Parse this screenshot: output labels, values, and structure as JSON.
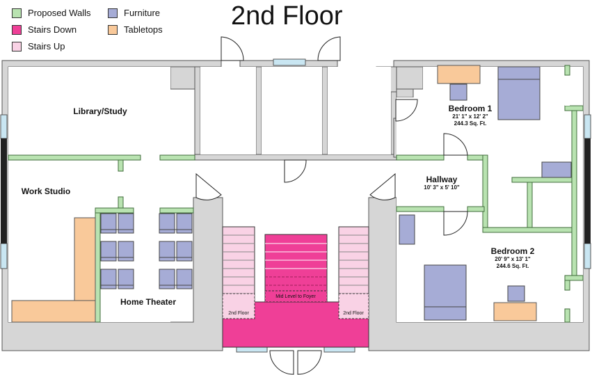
{
  "title": "2nd Floor",
  "legend": [
    {
      "label": "Proposed Walls",
      "color": "#b9e3b1"
    },
    {
      "label": "Furniture",
      "color": "#a6acd6"
    },
    {
      "label": "Stairs Down",
      "color": "#ef3f97"
    },
    {
      "label": "Tabletops",
      "color": "#f9c99a"
    },
    {
      "label": "Stairs Up",
      "color": "#f9d2e5"
    }
  ],
  "colors": {
    "wall": "#d6d6d6",
    "proposed_wall": "#b9e3b1",
    "furniture": "#a6acd6",
    "stairs_down": "#ef3f97",
    "stairs_up": "#f9d2e5",
    "tabletop": "#f9c99a",
    "window": "#c9e6f2"
  },
  "rooms": {
    "library": {
      "name": "Library/Study"
    },
    "work_studio": {
      "name": "Work Studio"
    },
    "home_theater": {
      "name": "Home Theater"
    },
    "bedroom1": {
      "name": "Bedroom 1",
      "dims": "21' 1\" x 12' 2\"",
      "area": "244.3 Sq. Ft."
    },
    "hallway": {
      "name": "Hallway",
      "dims": "10' 3\" x 5' 10\""
    },
    "bedroom2": {
      "name": "Bedroom 2",
      "dims": "20' 9\" x 13' 1\"",
      "area": "244.6 Sq. Ft."
    }
  },
  "stairs": {
    "mid_level": "Mid Level to Foyer",
    "left_landing": "2nd Floor",
    "right_landing": "2nd Floor"
  }
}
